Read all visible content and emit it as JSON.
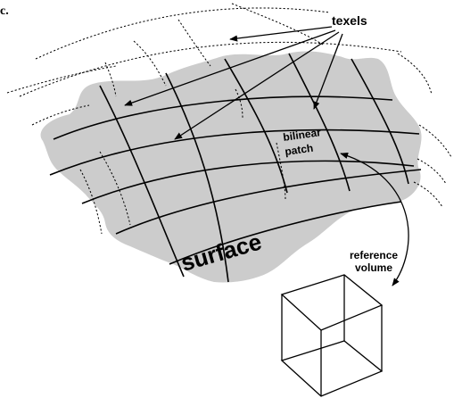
{
  "labels": {
    "corner_glyph": "c.",
    "texels": "texels",
    "bilinear_line1": "bilinear",
    "bilinear_line2": "patch",
    "surface": "surface",
    "reference_line1": "reference",
    "reference_line2": "volume"
  },
  "colors": {
    "surface_fill": "#cccccc",
    "lines": "#000000",
    "background": "#ffffff"
  }
}
